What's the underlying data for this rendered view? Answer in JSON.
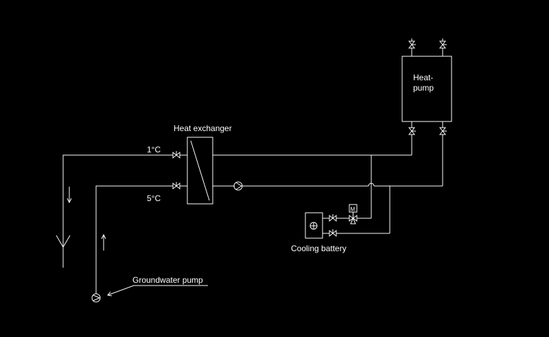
{
  "labels": {
    "heat_exchanger": "Heat exchanger",
    "temp_supply": "1°C",
    "temp_return": "5°C",
    "heat_pump_line1": "Heat-",
    "heat_pump_line2": "pump",
    "cooling_battery": "Cooling battery",
    "groundwater_pump": "Groundwater pump",
    "motor": "M"
  },
  "colors": {
    "background": "#000000",
    "line": "#ffffff"
  },
  "icons": {
    "valve": "gate-valve-icon",
    "pump": "circulation-pump-icon",
    "motor": "motor-actuator-icon",
    "drain": "drain-icon",
    "flow_arrow": "flow-arrow-icon"
  }
}
